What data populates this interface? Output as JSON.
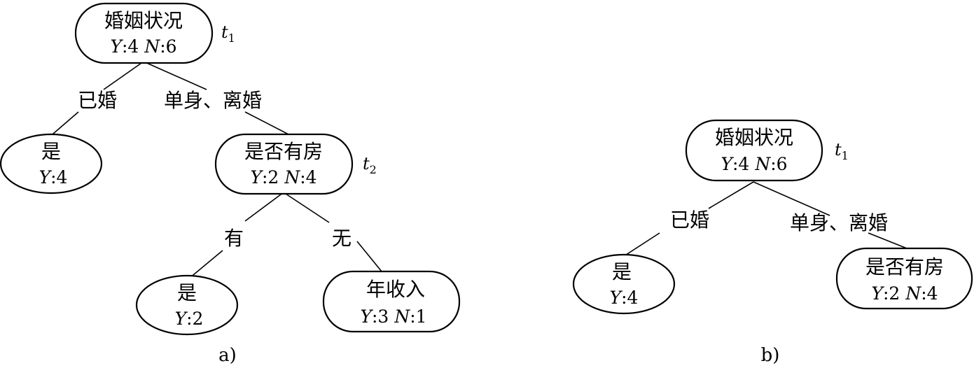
{
  "panel_a": {
    "caption": "a)",
    "root": {
      "name": "婚姻状况",
      "y_label": "Y",
      "y": "4",
      "n_label": "N",
      "n": "6",
      "tag": "t",
      "tag_sub": "1"
    },
    "edge_married": "已婚",
    "edge_single_divorced": "单身、离婚",
    "leaf_yes": {
      "name": "是",
      "y_label": "Y",
      "y": "4"
    },
    "house": {
      "name": "是否有房",
      "y_label": "Y",
      "y": "2",
      "n_label": "N",
      "n": "4",
      "tag": "t",
      "tag_sub": "2"
    },
    "edge_has": "有",
    "edge_none": "无",
    "leaf_yes2": {
      "name": "是",
      "y_label": "Y",
      "y": "2"
    },
    "income": {
      "name": "年收入",
      "y_label": "Y",
      "y": "3",
      "n_label": "N",
      "n": "1"
    }
  },
  "panel_b": {
    "caption": "b)",
    "root": {
      "name": "婚姻状况",
      "y_label": "Y",
      "y": "4",
      "n_label": "N",
      "n": "6",
      "tag": "t",
      "tag_sub": "1"
    },
    "edge_married": "已婚",
    "edge_single_divorced": "单身、离婚",
    "leaf_yes": {
      "name": "是",
      "y_label": "Y",
      "y": "4"
    },
    "house": {
      "name": "是否有房",
      "y_label": "Y",
      "y": "2",
      "n_label": "N",
      "n": "4"
    }
  }
}
